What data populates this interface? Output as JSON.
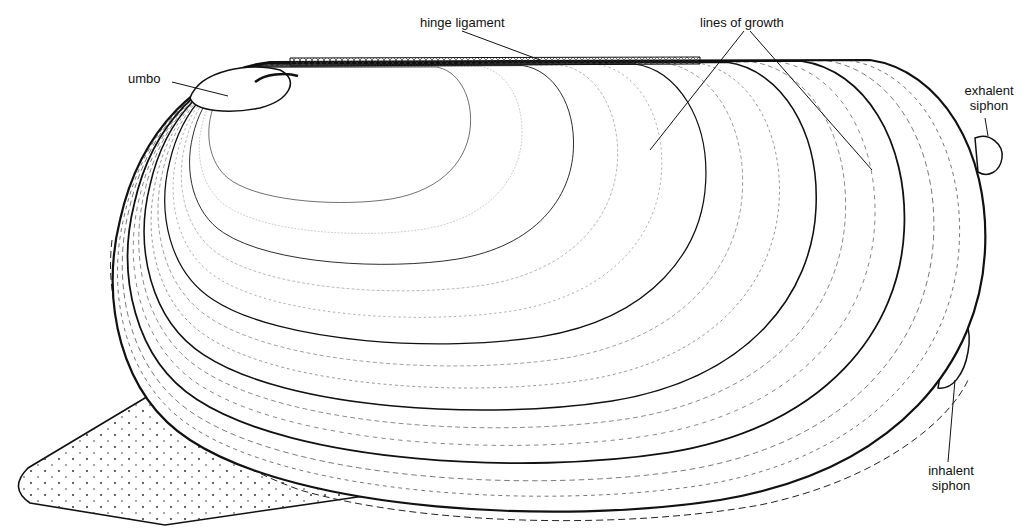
{
  "diagram": {
    "labels": [
      "umbo",
      "hinge ligament",
      "lines of growth",
      "exhalent siphon",
      "inhalent siphon"
    ]
  }
}
